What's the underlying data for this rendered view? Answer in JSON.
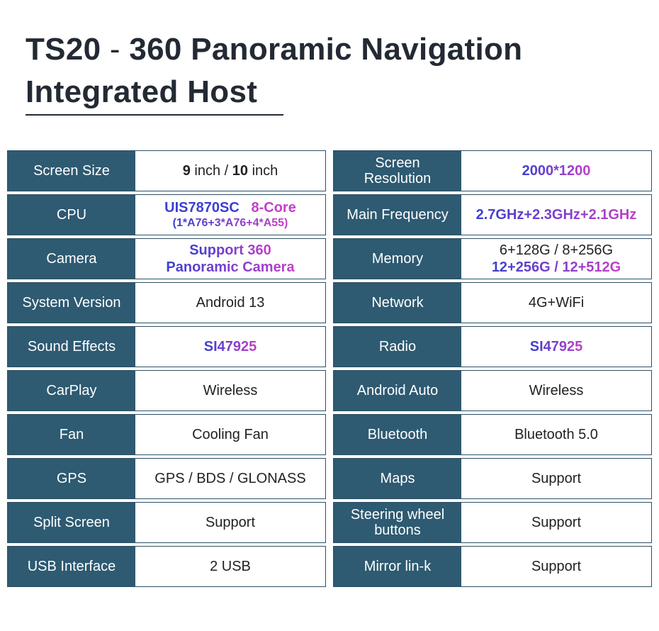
{
  "header": {
    "title_part1": "TS20",
    "title_dash": " - ",
    "title_part2": "360 Panoramic Navigation",
    "title_line2": "Integrated Host"
  },
  "left": {
    "screen_size": {
      "label": "Screen Size",
      "v1": "9",
      "v2": " inch / ",
      "v3": "10",
      "v4": " inch"
    },
    "cpu": {
      "label": "CPU",
      "model": "UIS7870SC",
      "cores": "8-Core",
      "detail": "(1*A76+3*A76+4*A55)"
    },
    "camera": {
      "label": "Camera",
      "line1": "Support 360",
      "line2": "Panoramic Camera"
    },
    "system_version": {
      "label": "System Version",
      "value": "Android 13"
    },
    "sound_effects": {
      "label": "Sound Effects",
      "value": "SI47925"
    },
    "carplay": {
      "label": "CarPlay",
      "value": "Wireless"
    },
    "fan": {
      "label": "Fan",
      "value": "Cooling Fan"
    },
    "gps": {
      "label": "GPS",
      "value": "GPS / BDS / GLONASS"
    },
    "split_screen": {
      "label": "Split Screen",
      "value": "Support"
    },
    "usb_interface": {
      "label": "USB Interface",
      "value": "2 USB"
    }
  },
  "right": {
    "screen_resolution": {
      "label_line1": "Screen",
      "label_line2": "Resolution",
      "value": "2000*1200"
    },
    "main_frequency": {
      "label": "Main Frequency",
      "value": "2.7GHz+2.3GHz+2.1GHz"
    },
    "memory": {
      "label": "Memory",
      "line1": "6+128G / 8+256G",
      "line2": "12+256G / 12+512G"
    },
    "network": {
      "label": "Network",
      "value": "4G+WiFi"
    },
    "radio": {
      "label": "Radio",
      "value": "SI47925"
    },
    "android_auto": {
      "label": "Android Auto",
      "value": "Wireless"
    },
    "bluetooth": {
      "label": "Bluetooth",
      "value": "Bluetooth 5.0"
    },
    "maps": {
      "label": "Maps",
      "value": "Support"
    },
    "steering": {
      "label_line1": "Steering wheel",
      "label_line2": "buttons",
      "value": "Support"
    },
    "mirror_link": {
      "label": "Mirror lin-k",
      "value": "Support"
    }
  },
  "colors": {
    "label_bg": "#2e5a72",
    "accent_blue": "#3b3fd0",
    "accent_pink": "#c43fc8",
    "title": "#232a33"
  }
}
